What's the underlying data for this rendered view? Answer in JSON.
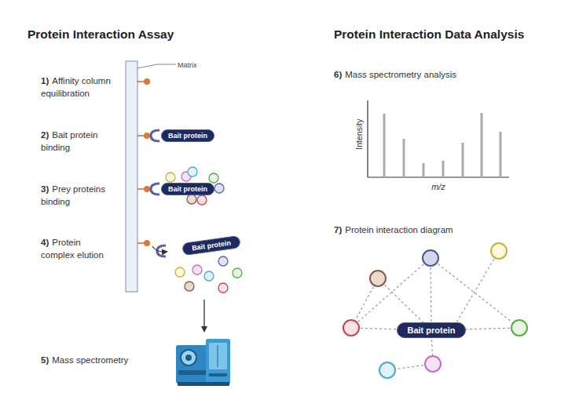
{
  "diagram": {
    "nodes": [
      {
        "text": [
          "Bait protein"
        ]
      },
      {
        "text": [
          "Bait protein"
        ]
      },
      {
        "text": [
          "Bait protein"
        ]
      },
      {
        "text": [
          "Bait protein"
        ]
      }
    ],
    "labels": [
      "Protein Interaction Assay",
      "Protein Interaction Data Analysis",
      "Matrix",
      "1)",
      "Affinity column equilibration",
      "2)",
      "Bait protein binding",
      "3)",
      "Prey proteins binding",
      "4)",
      "Protein complex elution",
      "5)",
      "Mass spectrometry",
      "6)",
      "Mass spectrometry analysis",
      "7)",
      "Protein interaction diagram",
      "Intensity",
      "m/z"
    ]
  }
}
